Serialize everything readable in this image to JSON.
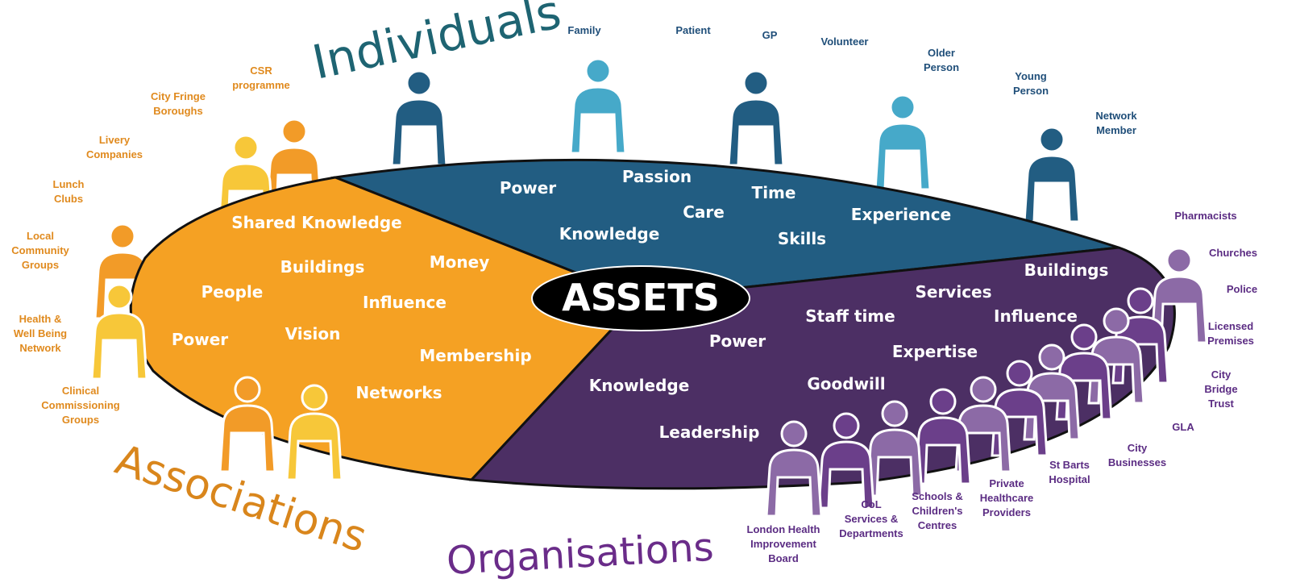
{
  "headings": {
    "individuals": "Individuals",
    "associations": "Associations",
    "organisations": "Organisations",
    "center": "ASSETS"
  },
  "colors": {
    "individuals": "#225d82",
    "associations": "#f5a123",
    "organisations": "#4c2f64",
    "individuals_label": "#1f4e79",
    "associations_label": "#e08a1e",
    "organisations_label": "#5b2c83"
  },
  "segments": {
    "individuals": [
      "Power",
      "Passion",
      "Time",
      "Care",
      "Knowledge",
      "Skills",
      "Experience"
    ],
    "associations": [
      "Shared Knowledge",
      "Buildings",
      "Money",
      "People",
      "Influence",
      "Power",
      "Vision",
      "Membership",
      "Networks"
    ],
    "organisations": [
      "Buildings",
      "Services",
      "Staff time",
      "Influence",
      "Power",
      "Expertise",
      "Knowledge",
      "Goodwill",
      "Leadership"
    ]
  },
  "labels": {
    "individuals": [
      [
        "Family"
      ],
      [
        "Patient"
      ],
      [
        "GP"
      ],
      [
        "Volunteer"
      ],
      [
        "Older",
        "Person"
      ],
      [
        "Young",
        "Person"
      ],
      [
        "Network",
        "Member"
      ]
    ],
    "associations": [
      [
        "CSR",
        "programme"
      ],
      [
        "City Fringe",
        "Boroughs"
      ],
      [
        "Livery",
        "Companies"
      ],
      [
        "Lunch",
        "Clubs"
      ],
      [
        "Local",
        "Community",
        "Groups"
      ],
      [
        "Health &",
        "Well Being",
        "Network"
      ],
      [
        "Clinical",
        "Commissioning",
        "Groups"
      ]
    ],
    "organisations": [
      [
        "Pharmacists"
      ],
      [
        "Churches"
      ],
      [
        "Police"
      ],
      [
        "Licensed",
        "Premises"
      ],
      [
        "City",
        "Bridge",
        "Trust"
      ],
      [
        "GLA"
      ],
      [
        "City",
        "Businesses"
      ],
      [
        "St Barts",
        "Hospital"
      ],
      [
        "Private",
        "Healthcare",
        "Providers"
      ],
      [
        "Schools &",
        "Children's",
        "Centres"
      ],
      [
        "CoL",
        "Services &",
        "Departments"
      ],
      [
        "London Health",
        "Improvement",
        "Board"
      ]
    ]
  }
}
